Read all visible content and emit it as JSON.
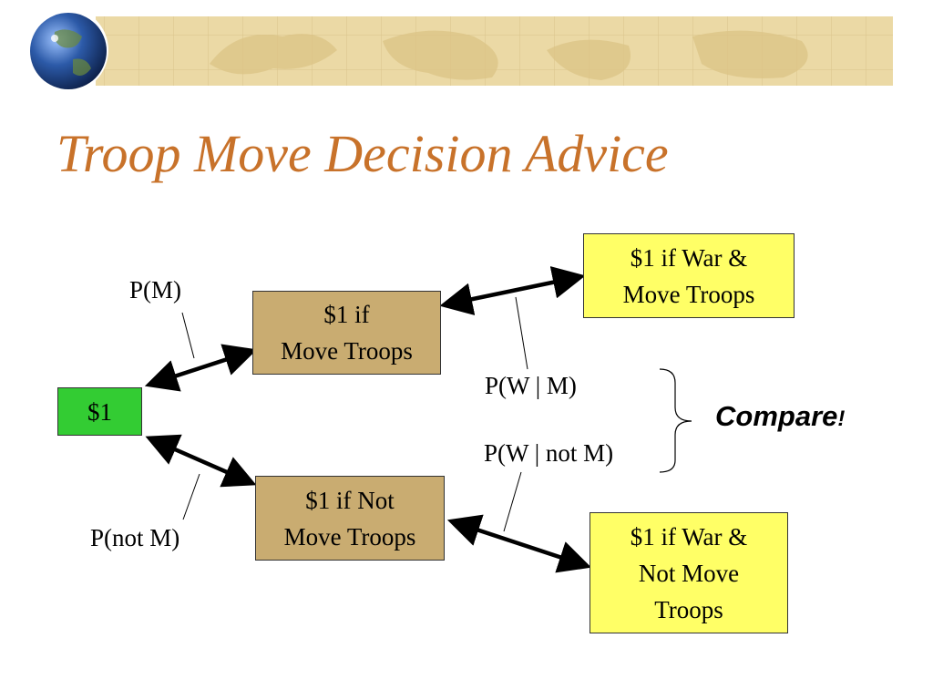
{
  "slide": {
    "title": "Troop Move Decision Advice"
  },
  "diagram": {
    "root": {
      "label": "$1",
      "color": "#33cc33"
    },
    "move": {
      "line1": "$1 if",
      "line2": "Move Troops",
      "color": "#c9ac71"
    },
    "not_move": {
      "line1": "$1 if Not",
      "line2": "Move Troops",
      "color": "#c9ac71"
    },
    "war_move": {
      "line1": "$1 if War &",
      "line2": "Move Troops",
      "color": "#ffff66"
    },
    "war_not_move": {
      "line1": "$1 if War &",
      "line2": "Not Move",
      "line3": "Troops",
      "color": "#ffff66"
    },
    "labels": {
      "p_m": "P(M)",
      "p_not_m": "P(not M)",
      "p_w_given_m": "P(W | M)",
      "p_w_given_not_m": "P(W | not M)",
      "compare": "Compare",
      "compare_mark": "!"
    }
  },
  "banner": {
    "color": "#ebd9a5",
    "globe_icon": "globe-icon"
  }
}
